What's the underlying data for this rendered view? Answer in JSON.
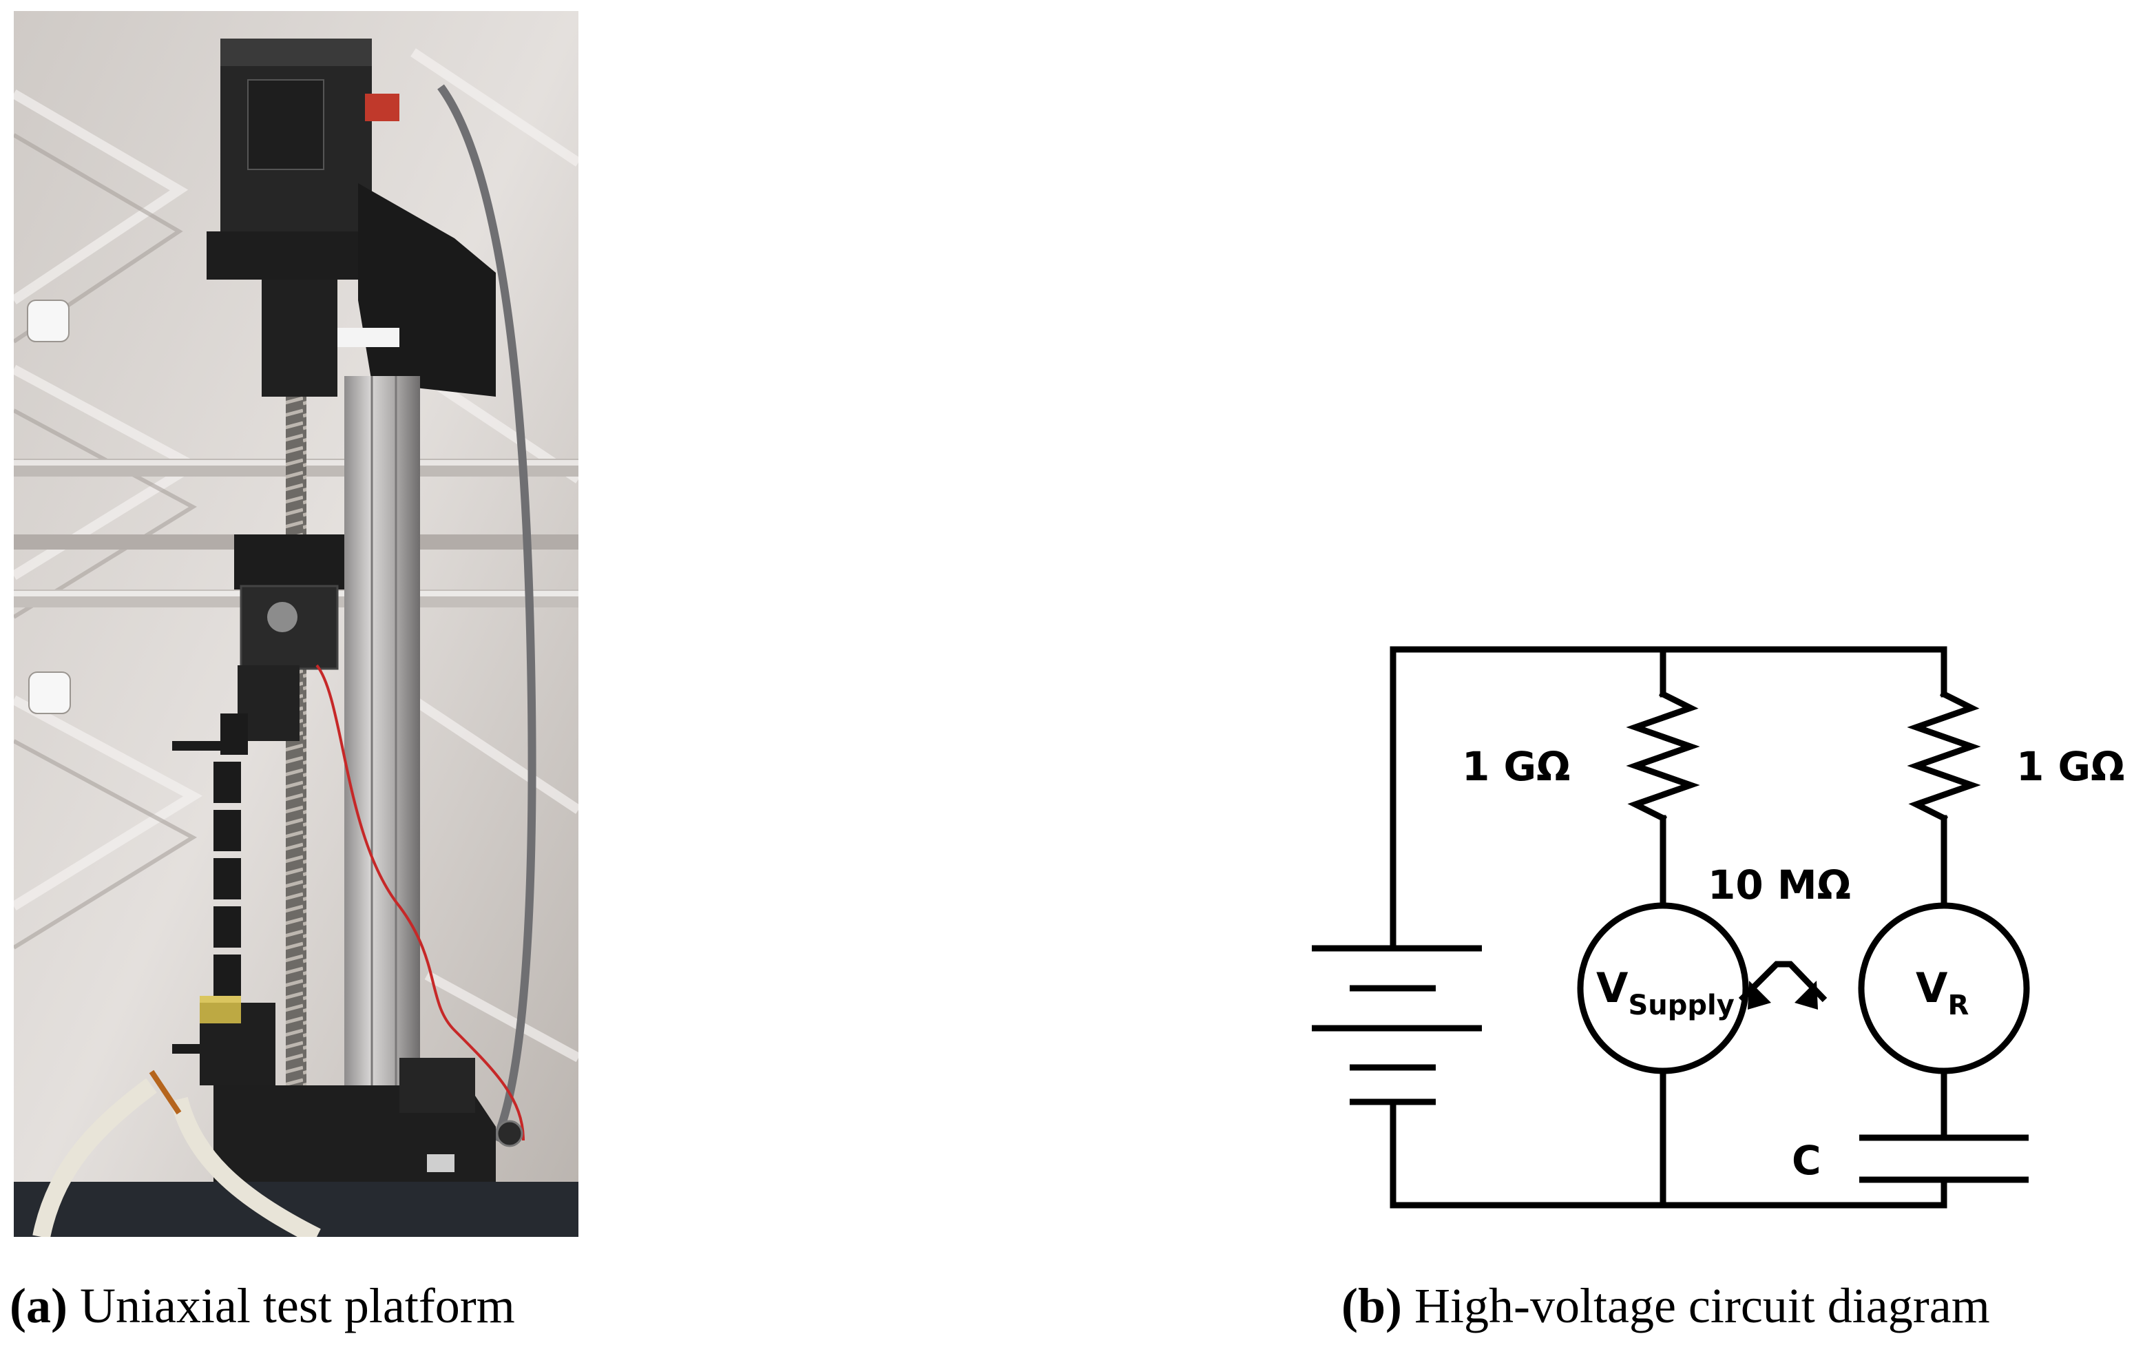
{
  "figure": {
    "panel_a": {
      "tag": "(a)",
      "caption": "Uniaxial test platform"
    },
    "panel_b": {
      "tag": "(b)",
      "caption": "High-voltage circuit diagram",
      "labels": {
        "r_left": "1 GΩ",
        "r_right": "1 GΩ",
        "r_between": "10 MΩ",
        "meter_supply_main": "V",
        "meter_supply_sub": "Supply",
        "meter_r_main": "V",
        "meter_r_sub": "R",
        "capacitor": "C"
      }
    }
  }
}
